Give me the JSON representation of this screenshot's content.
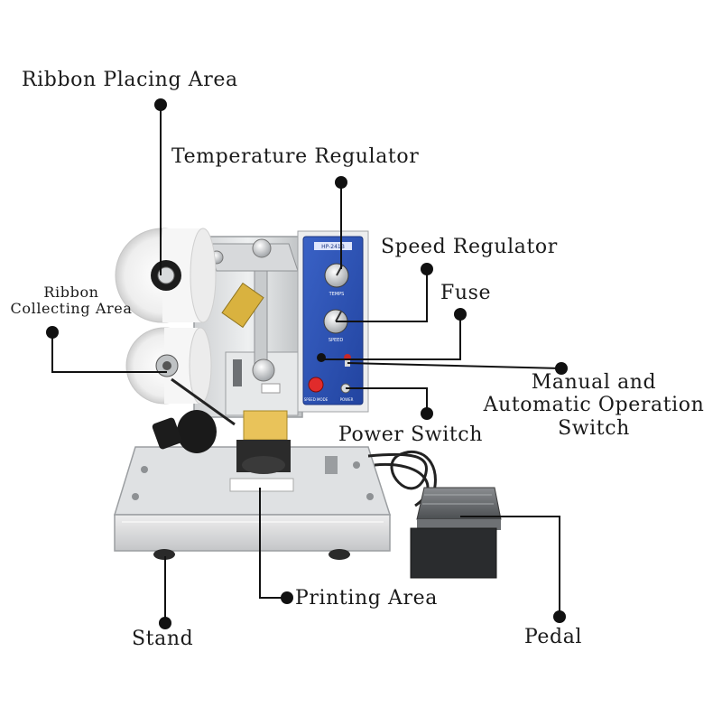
{
  "labels": {
    "ribbon_placing_area": "Ribbon Placing Area",
    "temperature_regulator": "Temperature Regulator",
    "speed_regulator": "Speed Regulator",
    "fuse": "Fuse",
    "ribbon_collecting_area_line1": "Ribbon",
    "ribbon_collecting_area_line2": "Collecting Area",
    "manual_auto_line1": "Manual and",
    "manual_auto_line2": "Automatic Operation",
    "manual_auto_line3": "Switch",
    "power_switch": "Power Switch",
    "printing_area": "Printing Area",
    "stand": "Stand",
    "pedal": "Pedal"
  },
  "panel": {
    "top_tag": "HP-241B",
    "temp_scale": "TEMPS",
    "speed_scale": "SPEED",
    "left_caption": "SPEED MODE",
    "right_caption": "POWER"
  },
  "colors": {
    "panel_blue": "#2f55b8",
    "label_text": "#1a1a1a",
    "leader_line": "#111111",
    "ribbon_tape": "#e8d9a6",
    "pedal_gray": "#5a5d60"
  }
}
